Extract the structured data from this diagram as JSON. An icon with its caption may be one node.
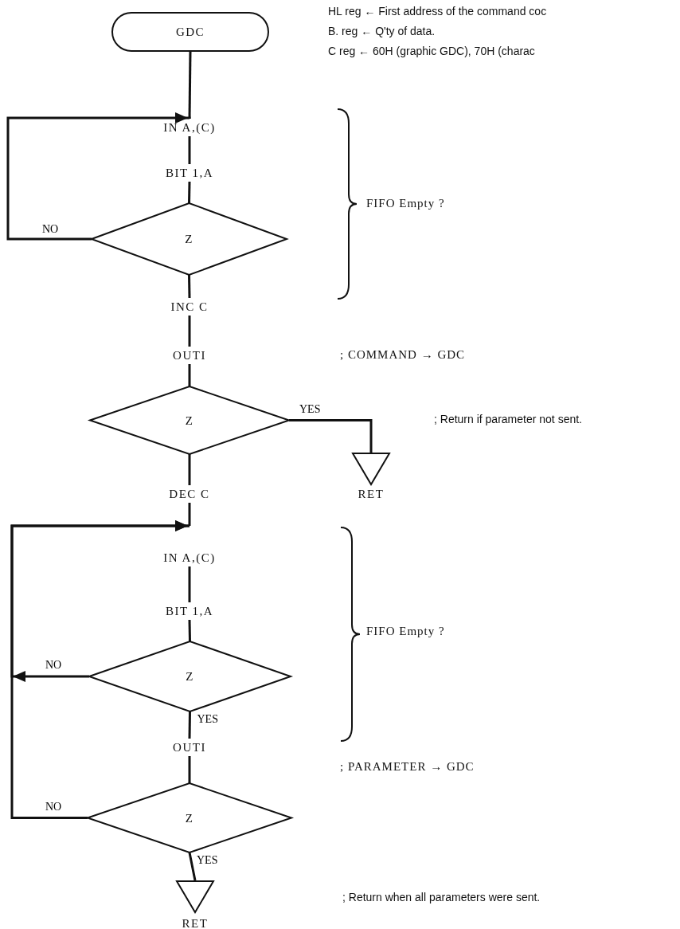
{
  "diagram": {
    "nodes": [
      {
        "text": [
          "GDC"
        ]
      },
      {
        "text": [
          "IN A,(C)"
        ]
      },
      {
        "text": [
          "BIT 1,A"
        ]
      },
      {
        "text": [
          "Z"
        ]
      },
      {
        "text": [
          "INC C"
        ]
      },
      {
        "text": [
          "OUTI"
        ]
      },
      {
        "text": [
          "Z"
        ]
      },
      {
        "text": [
          "RET"
        ]
      },
      {
        "text": [
          "DEC C"
        ]
      },
      {
        "text": [
          "IN A,(C)"
        ]
      },
      {
        "text": [
          "BIT 1,A"
        ]
      },
      {
        "text": [
          "Z"
        ]
      },
      {
        "text": [
          "OUTI"
        ]
      },
      {
        "text": [
          "Z"
        ]
      },
      {
        "text": [
          "RET"
        ]
      }
    ],
    "edges": [
      {
        "from": 0,
        "to": 1,
        "arrow": "none"
      },
      {
        "from": 1,
        "to": 2,
        "arrow": "none"
      },
      {
        "from": 2,
        "to": 3,
        "arrow": "none"
      },
      {
        "from": 3,
        "to": 1,
        "arrow": "to",
        "label": "NO"
      },
      {
        "from": 3,
        "to": 4,
        "arrow": "none"
      },
      {
        "from": 4,
        "to": 5,
        "arrow": "none"
      },
      {
        "from": 5,
        "to": 6,
        "arrow": "none"
      },
      {
        "from": 6,
        "to": 7,
        "arrow": "none",
        "label": "YES"
      },
      {
        "from": 6,
        "to": 8,
        "arrow": "none"
      },
      {
        "from": 8,
        "to": 9,
        "arrow": "none"
      },
      {
        "from": 9,
        "to": 10,
        "arrow": "none"
      },
      {
        "from": 10,
        "to": 11,
        "arrow": "none"
      },
      {
        "from": 11,
        "to": 9,
        "arrow": "to",
        "label": "NO"
      },
      {
        "from": 11,
        "to": 12,
        "arrow": "none",
        "label": "YES"
      },
      {
        "from": 12,
        "to": 13,
        "arrow": "none"
      },
      {
        "from": 13,
        "to": 9,
        "arrow": "to",
        "label": "NO"
      },
      {
        "from": 13,
        "to": 14,
        "arrow": "none",
        "label": "YES"
      }
    ],
    "labels": [
      "HL reg ← First address of the command coc",
      "B. reg ← Q'ty of data.",
      "C reg ← 60H (graphic GDC), 70H (charac",
      "FIFO Empty ?",
      "; COMMAND → GDC",
      "; Return if parameter not sent.",
      "FIFO Empty ?",
      "; PARAMETER → GDC",
      "; Return when all parameters were sent."
    ]
  }
}
